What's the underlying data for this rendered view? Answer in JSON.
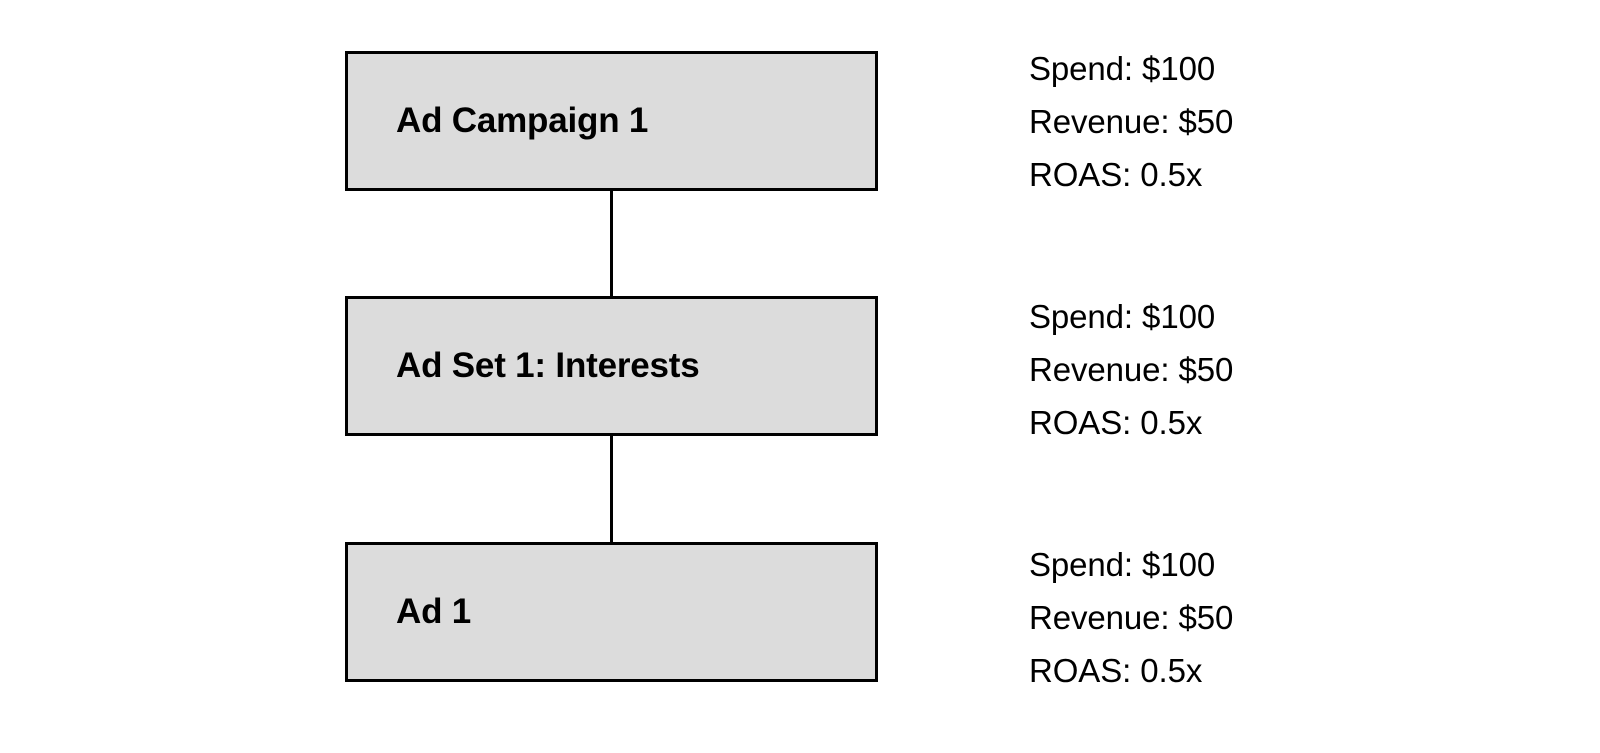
{
  "diagram": {
    "background_color": "#ffffff",
    "node_fill_color": "#dcdcdc",
    "node_border_color": "#000000",
    "text_color": "#000000",
    "nodes": [
      {
        "label": "Ad Campaign 1",
        "metrics": {
          "spend": "Spend: $100",
          "revenue": "Revenue: $50",
          "roas": "ROAS: 0.5x"
        }
      },
      {
        "label": "Ad Set 1: Interests",
        "metrics": {
          "spend": "Spend: $100",
          "revenue": "Revenue: $50",
          "roas": "ROAS: 0.5x"
        }
      },
      {
        "label": "Ad 1",
        "metrics": {
          "spend": "Spend: $100",
          "revenue": "Revenue: $50",
          "roas": "ROAS: 0.5x"
        }
      }
    ]
  }
}
